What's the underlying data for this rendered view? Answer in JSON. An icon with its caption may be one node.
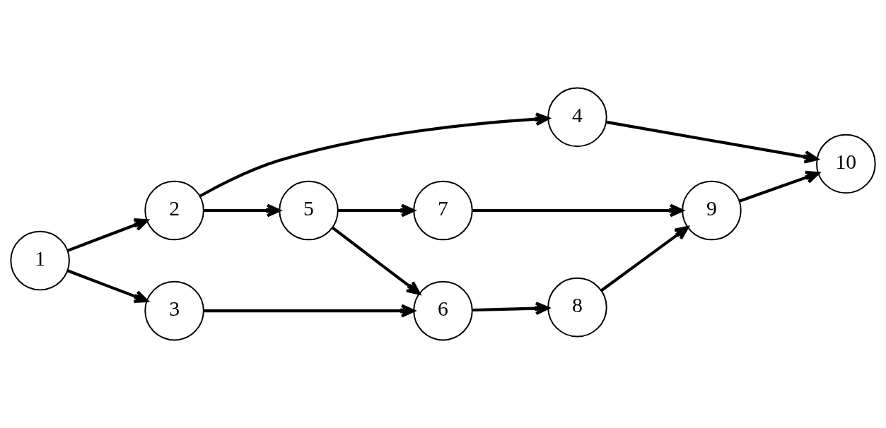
{
  "diagram": {
    "nodes": [
      {
        "text": [
          "1"
        ]
      },
      {
        "text": [
          "2"
        ]
      },
      {
        "text": [
          "3"
        ]
      },
      {
        "text": [
          "4"
        ]
      },
      {
        "text": [
          "5"
        ]
      },
      {
        "text": [
          "6"
        ]
      },
      {
        "text": [
          "7"
        ]
      },
      {
        "text": [
          "8"
        ]
      },
      {
        "text": [
          "9"
        ]
      },
      {
        "text": [
          "10"
        ]
      }
    ],
    "edges": [
      {
        "from": 0,
        "to": 1,
        "arrow": "to"
      },
      {
        "from": 0,
        "to": 2,
        "arrow": "to"
      },
      {
        "from": 1,
        "to": 3,
        "arrow": "to"
      },
      {
        "from": 1,
        "to": 4,
        "arrow": "to"
      },
      {
        "from": 3,
        "to": 9,
        "arrow": "to"
      },
      {
        "from": 4,
        "to": 6,
        "arrow": "to"
      },
      {
        "from": 4,
        "to": 5,
        "arrow": "to"
      },
      {
        "from": 2,
        "to": 5,
        "arrow": "to"
      },
      {
        "from": 6,
        "to": 8,
        "arrow": "to"
      },
      {
        "from": 5,
        "to": 7,
        "arrow": "to"
      },
      {
        "from": 7,
        "to": 8,
        "arrow": "to"
      },
      {
        "from": 8,
        "to": 9,
        "arrow": "to"
      }
    ]
  }
}
